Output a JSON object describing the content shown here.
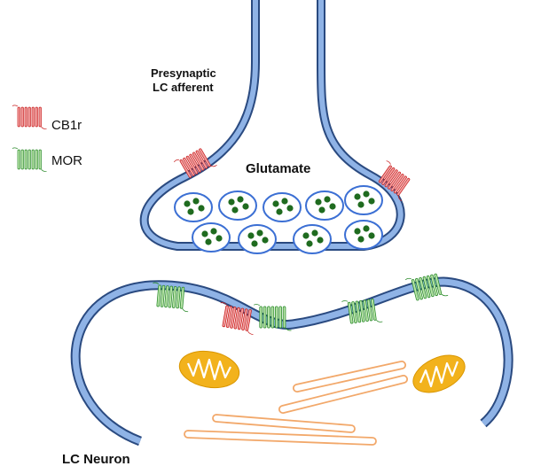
{
  "labels": {
    "presynaptic_line1": "Presynaptic",
    "presynaptic_line2": "LC afferent",
    "glutamate": "Glutamate",
    "lc_neuron": "LC Neuron"
  },
  "legend": [
    {
      "key": "cb1r",
      "label": "CB1r",
      "color": "#e02a2a"
    },
    {
      "key": "mor",
      "label": "MOR",
      "color": "#2e9a2e"
    }
  ],
  "colors": {
    "membrane_fill": "#8fb3e6",
    "membrane_stroke": "#2a4a80",
    "vesicle_stroke": "#3b6fd4",
    "vesicle_dot": "#1f6b1f",
    "mito_fill": "#f2b21c",
    "mito_crista": "#ffffff",
    "er_stroke": "#f2a86a"
  }
}
